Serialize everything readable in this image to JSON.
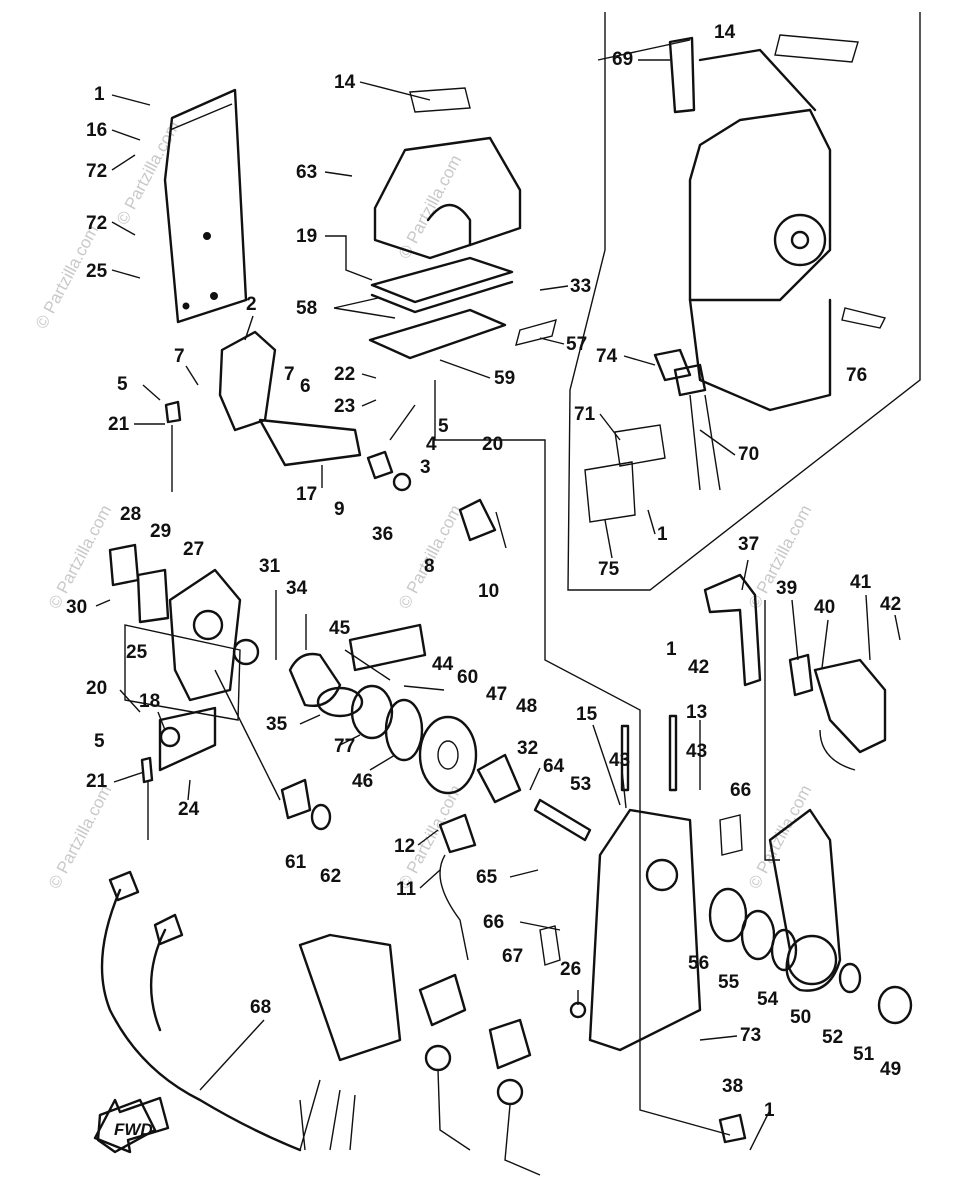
{
  "watermark": {
    "text": "© Partzilla.com"
  },
  "arrow": {
    "label": "FWD"
  },
  "callouts": [
    {
      "label": "1"
    },
    {
      "label": "16"
    },
    {
      "label": "72"
    },
    {
      "label": "72"
    },
    {
      "label": "25"
    },
    {
      "label": "14"
    },
    {
      "label": "63"
    },
    {
      "label": "19"
    },
    {
      "label": "58"
    },
    {
      "label": "33"
    },
    {
      "label": "57"
    },
    {
      "label": "59"
    },
    {
      "label": "22"
    },
    {
      "label": "23"
    },
    {
      "label": "2"
    },
    {
      "label": "7"
    },
    {
      "label": "7"
    },
    {
      "label": "6"
    },
    {
      "label": "5"
    },
    {
      "label": "21"
    },
    {
      "label": "5"
    },
    {
      "label": "4"
    },
    {
      "label": "3"
    },
    {
      "label": "20"
    },
    {
      "label": "9"
    },
    {
      "label": "36"
    },
    {
      "label": "17"
    },
    {
      "label": "8"
    },
    {
      "label": "10"
    },
    {
      "label": "14"
    },
    {
      "label": "69"
    },
    {
      "label": "74"
    },
    {
      "label": "76"
    },
    {
      "label": "71"
    },
    {
      "label": "70"
    },
    {
      "label": "1"
    },
    {
      "label": "75"
    },
    {
      "label": "28"
    },
    {
      "label": "29"
    },
    {
      "label": "27"
    },
    {
      "label": "30"
    },
    {
      "label": "31"
    },
    {
      "label": "34"
    },
    {
      "label": "45"
    },
    {
      "label": "44"
    },
    {
      "label": "25"
    },
    {
      "label": "35"
    },
    {
      "label": "77"
    },
    {
      "label": "60"
    },
    {
      "label": "20"
    },
    {
      "label": "18"
    },
    {
      "label": "5"
    },
    {
      "label": "21"
    },
    {
      "label": "24"
    },
    {
      "label": "46"
    },
    {
      "label": "47"
    },
    {
      "label": "48"
    },
    {
      "label": "37"
    },
    {
      "label": "39"
    },
    {
      "label": "40"
    },
    {
      "label": "41"
    },
    {
      "label": "42"
    },
    {
      "label": "1"
    },
    {
      "label": "42"
    },
    {
      "label": "15"
    },
    {
      "label": "13"
    },
    {
      "label": "43"
    },
    {
      "label": "43"
    },
    {
      "label": "32"
    },
    {
      "label": "64"
    },
    {
      "label": "53"
    },
    {
      "label": "12"
    },
    {
      "label": "61"
    },
    {
      "label": "62"
    },
    {
      "label": "66"
    },
    {
      "label": "11"
    },
    {
      "label": "65"
    },
    {
      "label": "66"
    },
    {
      "label": "67"
    },
    {
      "label": "56"
    },
    {
      "label": "55"
    },
    {
      "label": "54"
    },
    {
      "label": "26"
    },
    {
      "label": "50"
    },
    {
      "label": "52"
    },
    {
      "label": "51"
    },
    {
      "label": "49"
    },
    {
      "label": "68"
    },
    {
      "label": "73"
    },
    {
      "label": "38"
    },
    {
      "label": "1"
    }
  ]
}
